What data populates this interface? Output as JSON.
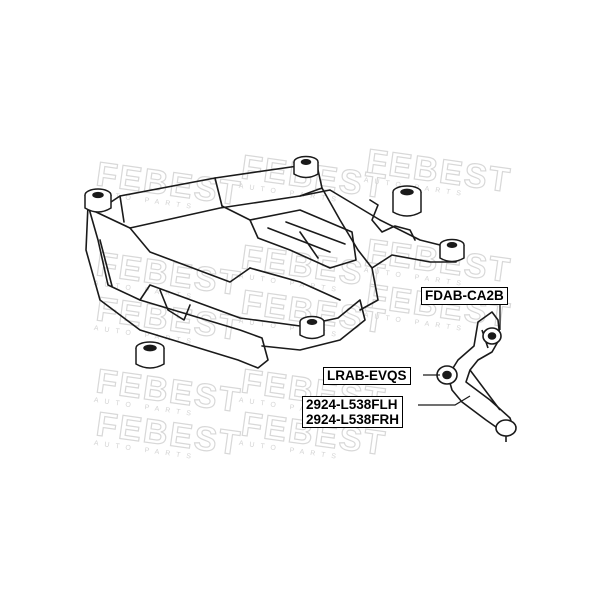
{
  "watermark": {
    "brand": "FEBEST",
    "tagline": "AUTO PARTS"
  },
  "part_labels": {
    "bushing_upper": "FDAB-CA2B",
    "bushing_lower": "LRAB-EVQS",
    "arm_left": "2924-L538FLH",
    "arm_right": "2924-L538FRH"
  },
  "colors": {
    "line": "#1a1a1a",
    "watermark": "#d8d8d8",
    "background": "#ffffff"
  }
}
